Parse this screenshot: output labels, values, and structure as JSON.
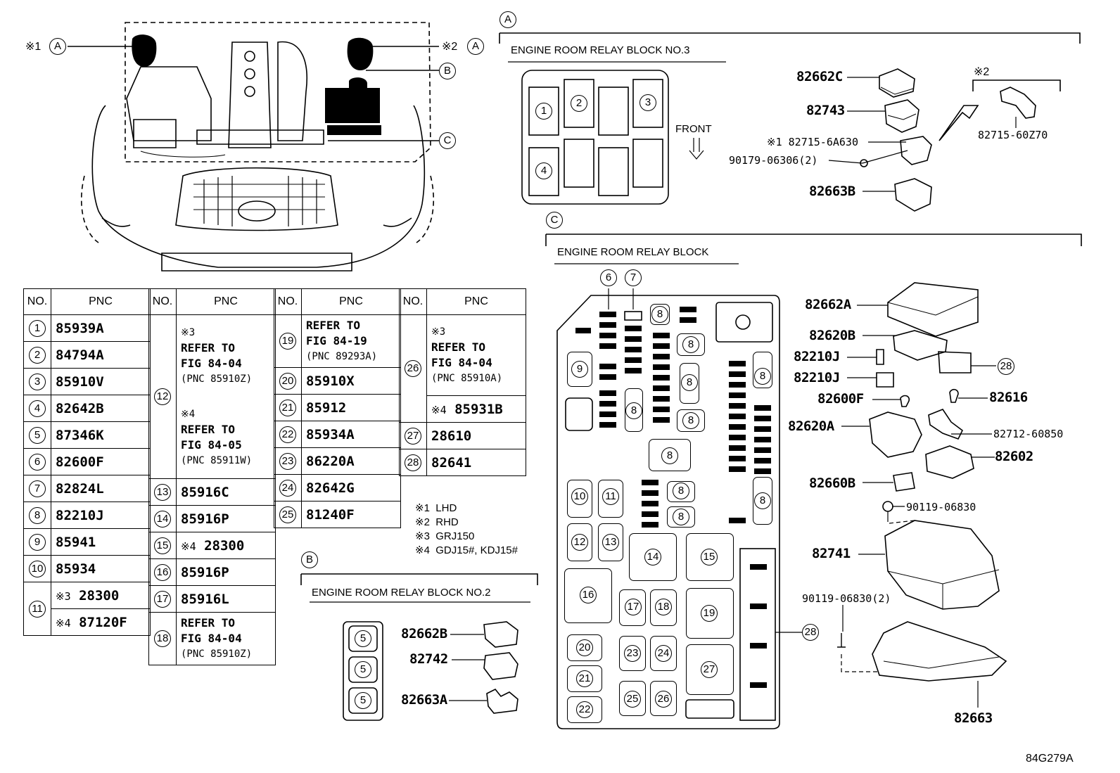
{
  "table": {
    "headers": {
      "no": "NO.",
      "pnc": "PNC"
    },
    "col1": [
      {
        "no": "1",
        "pnc": "85939A"
      },
      {
        "no": "2",
        "pnc": "84794A"
      },
      {
        "no": "3",
        "pnc": "85910V"
      },
      {
        "no": "4",
        "pnc": "82642B"
      },
      {
        "no": "5",
        "pnc": "87346K"
      },
      {
        "no": "6",
        "pnc": "82600F"
      },
      {
        "no": "7",
        "pnc": "82824L"
      },
      {
        "no": "8",
        "pnc": "82210J"
      },
      {
        "no": "9",
        "pnc": "85941"
      },
      {
        "no": "10",
        "pnc": "85934"
      }
    ],
    "row11": {
      "no": "11",
      "a_mark": "※3",
      "a_pnc": "28300",
      "b_mark": "※4",
      "b_pnc": "87120F"
    },
    "row12": {
      "no": "12",
      "a_mark": "※3",
      "a_ref": "REFER TO",
      "a_fig": "FIG 84-04",
      "a_pnc": "(PNC 85910Z)",
      "b_mark": "※4",
      "b_ref": "REFER TO",
      "b_fig": "FIG 84-05",
      "b_pnc": "(PNC 85911W)"
    },
    "col2": [
      {
        "no": "13",
        "pnc": "85916C"
      },
      {
        "no": "14",
        "pnc": "85916P"
      },
      {
        "no": "15",
        "mark": "※4",
        "pnc": "28300"
      },
      {
        "no": "16",
        "pnc": "85916P"
      },
      {
        "no": "17",
        "pnc": "85916L"
      }
    ],
    "row18": {
      "no": "18",
      "ref": "REFER TO",
      "fig": "FIG 84-04",
      "pnc": "(PNC 85910Z)"
    },
    "row19": {
      "no": "19",
      "ref": "REFER TO",
      "fig": "FIG 84-19",
      "pnc": "(PNC 89293A)"
    },
    "col3": [
      {
        "no": "20",
        "pnc": "85910X"
      },
      {
        "no": "21",
        "pnc": "85912"
      },
      {
        "no": "22",
        "pnc": "85934A"
      },
      {
        "no": "23",
        "pnc": "86220A"
      },
      {
        "no": "24",
        "pnc": "82642G"
      },
      {
        "no": "25",
        "pnc": "81240F"
      }
    ],
    "row26": {
      "no": "26",
      "a_mark": "※3",
      "a_ref": "REFER TO",
      "a_fig": "FIG 84-04",
      "a_pnc": "(PNC 85910A)",
      "b_mark": "※4",
      "b_pnc": "85931B"
    },
    "col4": [
      {
        "no": "27",
        "pnc": "28610"
      },
      {
        "no": "28",
        "pnc": "82641"
      }
    ]
  },
  "notes": [
    {
      "mark": "※1",
      "text": "LHD"
    },
    {
      "mark": "※2",
      "text": "RHD"
    },
    {
      "mark": "※3",
      "text": "GRJ150"
    },
    {
      "mark": "※4",
      "text": "GDJ15#, KDJ15#"
    }
  ],
  "engine_view": {
    "callout_a1": "※1",
    "callout_a2": "※2",
    "letter_a": "A",
    "letter_b": "B",
    "letter_c": "C"
  },
  "block_a": {
    "letter": "A",
    "title": "ENGINE ROOM RELAY BLOCK NO.3",
    "front": "FRONT",
    "slots": [
      "1",
      "2",
      "3",
      "4"
    ],
    "rhd_mark": "※2",
    "parts": {
      "cover": "82662C",
      "block": "82743",
      "bracket_lhd": "※1 82715-6A630",
      "nut": "90179-06306(2)",
      "lower": "82663B",
      "bracket_rhd": "82715-60Z70"
    }
  },
  "block_b": {
    "letter": "B",
    "title": "ENGINE ROOM RELAY BLOCK NO.2",
    "slots": [
      "5",
      "5",
      "5"
    ],
    "parts": {
      "cover": "82662B",
      "block": "82742",
      "lower": "82663A"
    }
  },
  "block_c": {
    "letter": "C",
    "title": "ENGINE ROOM RELAY BLOCK",
    "callouts": [
      "6",
      "7",
      "8",
      "9",
      "10",
      "11",
      "12",
      "13",
      "14",
      "15",
      "16",
      "17",
      "18",
      "19",
      "20",
      "21",
      "22",
      "23",
      "24",
      "25",
      "26",
      "27",
      "28"
    ],
    "parts": {
      "cover": "82662A",
      "upper": "82620B",
      "fuse_a": "82210J",
      "fuse_b": "82210J",
      "fuse_c": "82600F",
      "clip": "82616",
      "ref28": "28",
      "holder": "82620A",
      "bracket": "82712-60850",
      "relay_holder": "82602",
      "small": "82660B",
      "bolt": "90119-06830",
      "block": "82741",
      "bolt2": "90119-06830(2)",
      "lower": "82663"
    }
  },
  "figure_code": "84G279A"
}
